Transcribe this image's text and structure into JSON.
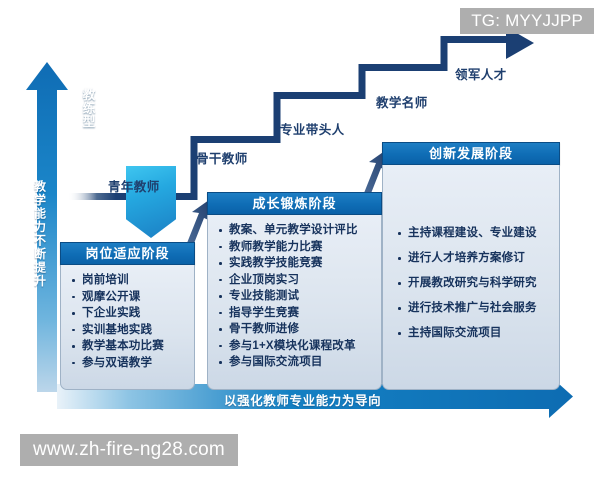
{
  "watermarks": {
    "tg": "TG: MYYJJPP",
    "url": "www.zh-fire-ng28.com"
  },
  "badge": {
    "label": "教练型"
  },
  "axes": {
    "y_caption": "教学能力不断提升",
    "bottom_caption": "以强化教师专业能力为导向"
  },
  "stairs": [
    {
      "label": "青年教师"
    },
    {
      "label": "骨干教师"
    },
    {
      "label": "专业带头人"
    },
    {
      "label": "教学名师"
    },
    {
      "label": "领军人才"
    }
  ],
  "panels": [
    {
      "title": "岗位适应阶段",
      "items": [
        "岗前培训",
        "观摩公开课",
        "下企业实践",
        "实训基地实践",
        "教学基本功比赛",
        "参与双语教学"
      ]
    },
    {
      "title": "成长锻炼阶段",
      "items": [
        "教案、单元教学设计评比",
        "教师教学能力比赛",
        "实践教学技能竞赛",
        "企业顶岗实习",
        "专业技能测试",
        "指导学生竞赛",
        "骨干教师进修",
        "参与1+X模块化课程改革",
        "参与国际交流项目"
      ]
    },
    {
      "title": "创新发展阶段",
      "items": [
        "主持课程建设、专业建设",
        "进行人才培养方案修订",
        "开展教改研究与科学研究",
        "进行技术推广与社会服务",
        "主持国际交流项目"
      ]
    }
  ],
  "colors": {
    "stair_line": "#1b3f73",
    "arrow_blue": "#1478bd",
    "panel_header": "#0f6db5",
    "badge_cyan": "#3fc6f0",
    "text_navy": "#16325c",
    "watermark_gray": "#aeaeae"
  }
}
